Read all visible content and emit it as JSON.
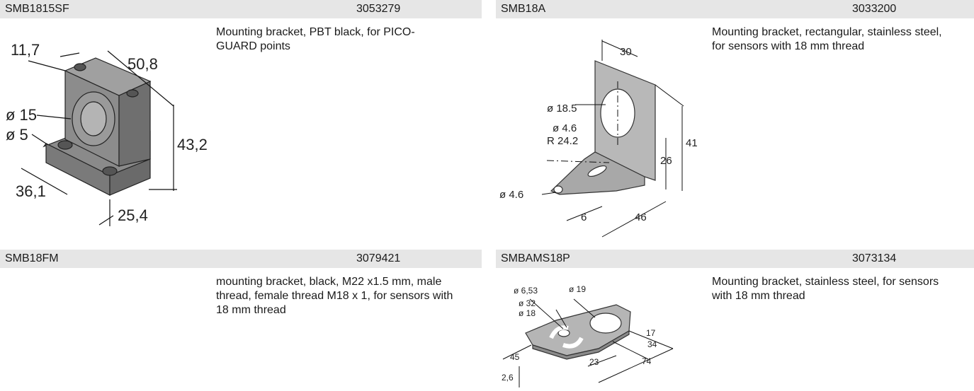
{
  "products": [
    {
      "name": "SMB1815SF",
      "code": "3053279",
      "description": "Mounting bracket, PBT black, for PICO-GUARD points",
      "dims": [
        "11,7",
        "50,8",
        "ø 15",
        "ø 5",
        "43,2",
        "36,1",
        "25,4"
      ]
    },
    {
      "name": "SMB18A",
      "code": "3033200",
      "description": "Mounting bracket, rectangular, stainless steel, for sensors with 18 mm thread",
      "dims": [
        "30",
        "ø 18.5",
        "ø 4.6",
        "R 24.2",
        "41",
        "26",
        "ø 4.6",
        "6",
        "46"
      ]
    },
    {
      "name": "SMB18FM",
      "code": "3079421",
      "description": "mounting bracket, black, M22 x1.5 mm, male thread, female thread M18 x 1, for sensors with 18 mm thread",
      "dims": []
    },
    {
      "name": "SMBAMS18P",
      "code": "3073134",
      "description": "Mounting bracket, stainless steel, for sensors with 18 mm thread",
      "dims": [
        "ø 6,53",
        "ø 19",
        "ø 32",
        "ø 18",
        "17",
        "34",
        "45",
        "23",
        "74",
        "2,6"
      ]
    }
  ]
}
